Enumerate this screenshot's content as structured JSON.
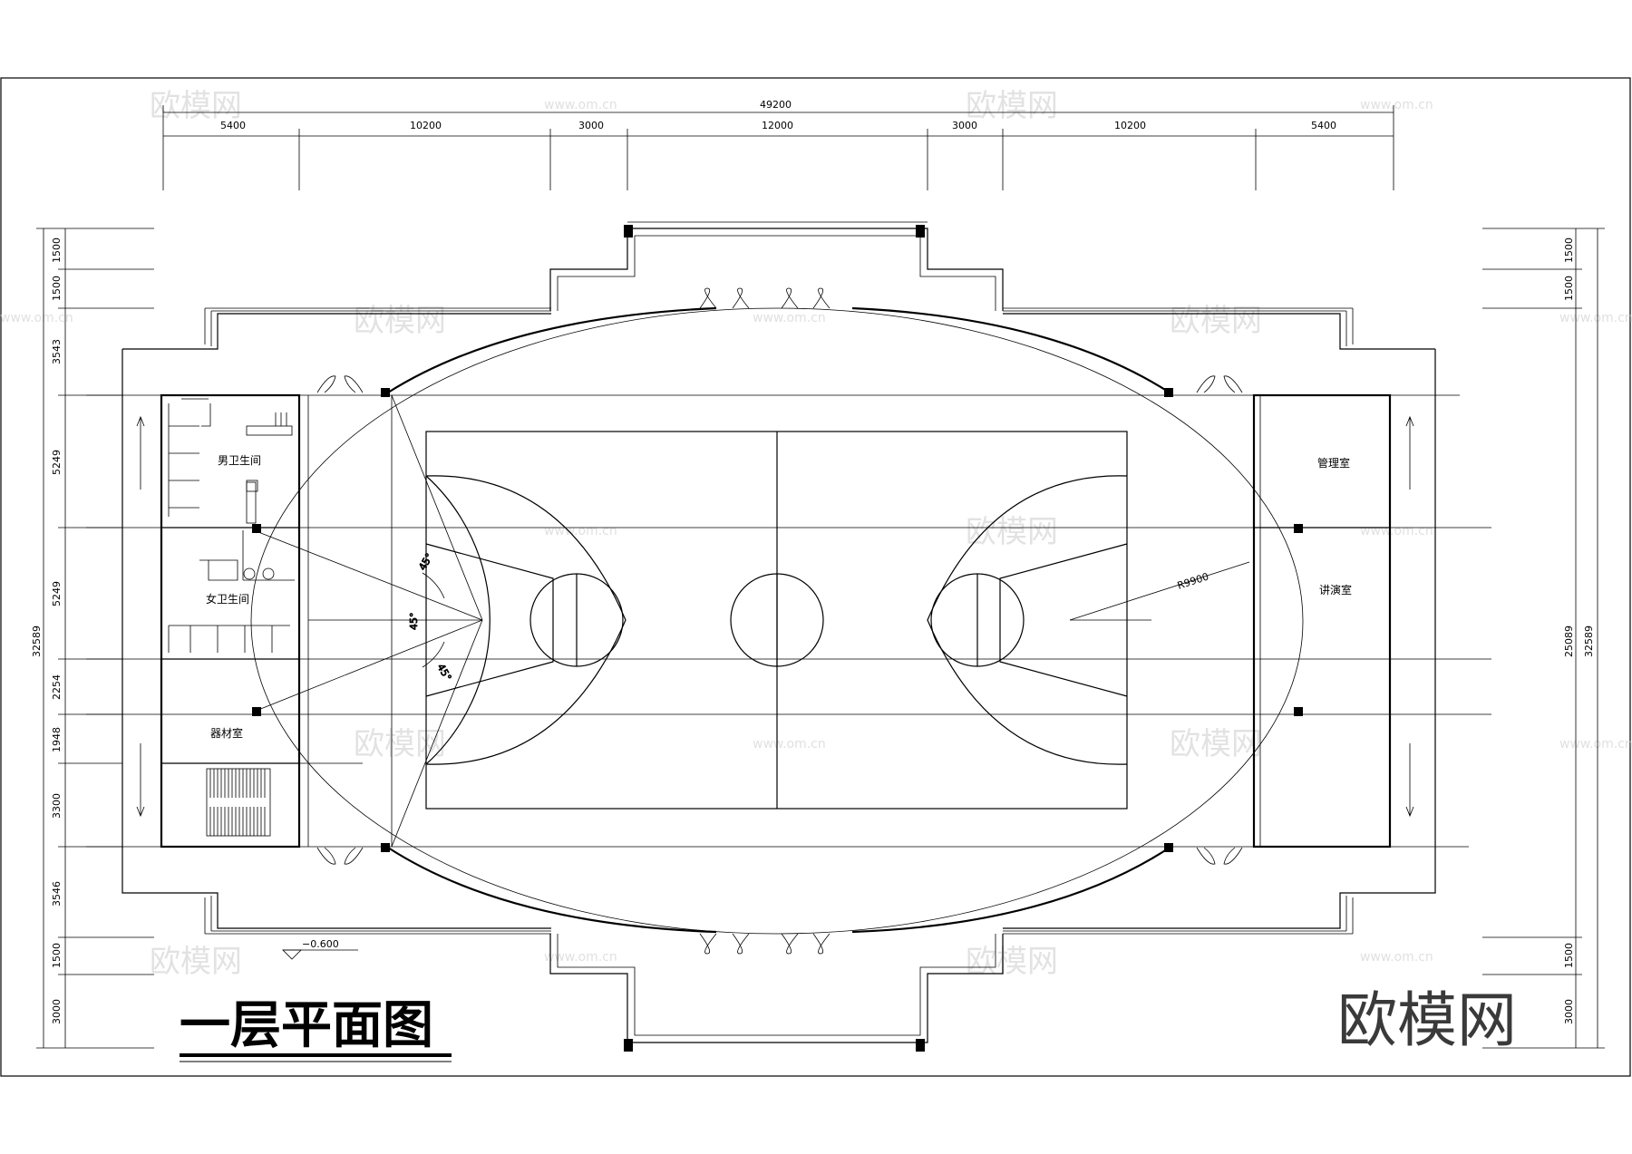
{
  "drawing": {
    "title": "一层平面图",
    "elevation": "−0.600",
    "radius_label": "R9900",
    "angle_label": "45°"
  },
  "rooms": {
    "mens_toilet": "男卫生间",
    "womens_toilet": "女卫生间",
    "equipment": "器材室",
    "management": "管理室",
    "lecture": "讲演室"
  },
  "dimensions": {
    "top_total": "49200",
    "top_segments": [
      "5400",
      "10200",
      "3000",
      "12000",
      "3000",
      "10200",
      "5400"
    ],
    "left_total": "32589",
    "left_segments": [
      "1500",
      "1500",
      "3543",
      "5249",
      "5249",
      "2254",
      "1948",
      "3300",
      "3546",
      "1500",
      "3000"
    ],
    "right_total_outer": "32589",
    "right_total_inner": "25089",
    "right_segments": [
      "1500",
      "1500",
      "1500",
      "3000"
    ]
  },
  "watermark": {
    "logo": "欧模网",
    "url": "www.om.cn",
    "brand": "欧模网"
  }
}
